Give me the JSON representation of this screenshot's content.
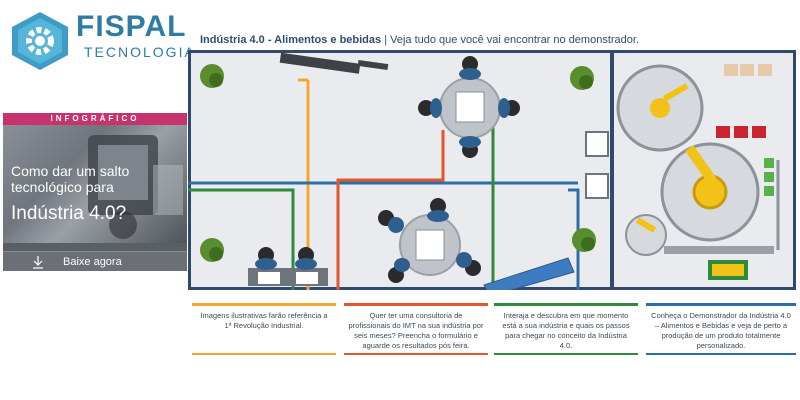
{
  "logo": {
    "line1": "FISPAL",
    "line2": "TECNOLOGIA",
    "icon": "gear-icon",
    "color": "#2e7ca3"
  },
  "banner": {
    "tag": "INFOGRÁFICO",
    "title": "Como dar um salto tecnológico para",
    "title_emphasis": "Indústria 4.0?",
    "button_label": "Baixe agora",
    "button_icon": "download-icon",
    "accent": "#c6336f"
  },
  "header": {
    "title": "Indústria 4.0 - Alimentos e bebidas",
    "separator": "|",
    "subtitle": "Veja tudo que você vai encontrar no demonstrador."
  },
  "captions": [
    {
      "text": "Imagens ilustrativas farão referência a 1ª Revolução Industrial.",
      "color": "#f2a733"
    },
    {
      "text": "Quer ter uma consultoria de profissionais do IMT na sua indústria por seis meses? Preencha o formulário e aguarde os resultados pós feira.",
      "color": "#e4572e"
    },
    {
      "text": "Interaja e descubra em que momento está a sua indústria e quais os passos para chegar no conceito da Indústria 4.0.",
      "color": "#2f8a3e"
    },
    {
      "text": "Conheça o Demonstrador da Indústria 4.0 – Alimentos e Bebidas e veja de perto a produção de um produto totalmente personalizado.",
      "color": "#2d6ea8"
    }
  ]
}
